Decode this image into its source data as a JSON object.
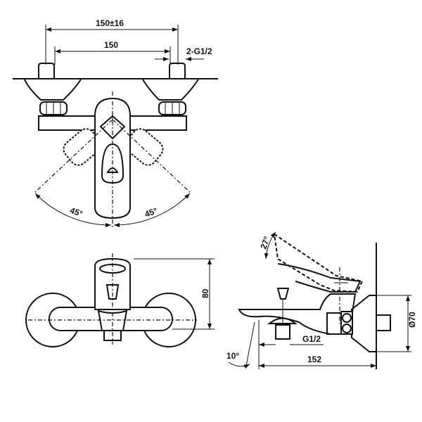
{
  "top_view": {
    "dim_overall": "150±16",
    "dim_centers": "150",
    "dim_inlet": "2-G1/2",
    "angle_left": "45°",
    "angle_right": "45°"
  },
  "front_view": {
    "dim_height": "80"
  },
  "side_view": {
    "angle_handle": "27°",
    "angle_spout": "10°",
    "dim_outlet": "G1/2",
    "dim_depth": "152",
    "dim_flange": "Ø70"
  }
}
